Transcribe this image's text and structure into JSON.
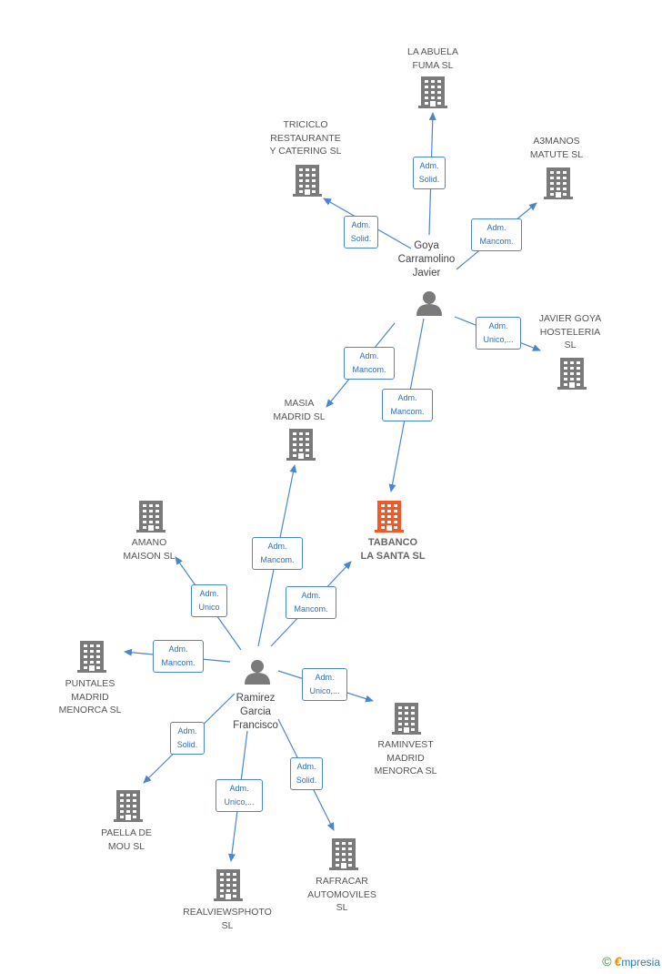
{
  "colors": {
    "edge": "#4a86cf",
    "company": "#7a7a7a",
    "focus_company": "#f05a28",
    "person": "#7a7a7a"
  },
  "nodes": [
    {
      "id": "goya",
      "kind": "person",
      "label": "Goya\nCarramolino\nJavier"
    },
    {
      "id": "ramirez",
      "kind": "person",
      "label": "Ramirez\nGarcia\nFrancisco"
    },
    {
      "id": "abuela",
      "kind": "company",
      "label": "LA ABUELA\nFUMA  SL"
    },
    {
      "id": "triciclo",
      "kind": "company",
      "label": "TRICICLO\nRESTAURANTE\nY CATERING SL"
    },
    {
      "id": "a3manos",
      "kind": "company",
      "label": "A3MANOS\nMATUTE  SL"
    },
    {
      "id": "javiergoya",
      "kind": "company",
      "label": "JAVIER GOYA\nHOSTELERIA\nSL"
    },
    {
      "id": "masia",
      "kind": "company",
      "label": "MASIA\nMADRID  SL"
    },
    {
      "id": "tabanco",
      "kind": "focus",
      "label": "TABANCO\nLA SANTA  SL"
    },
    {
      "id": "amano",
      "kind": "company",
      "label": "AMANO\nMAISON  SL"
    },
    {
      "id": "puntales",
      "kind": "company",
      "label": "PUNTALES\nMADRID\nMENORCA  SL"
    },
    {
      "id": "raminvest",
      "kind": "company",
      "label": "RAMINVEST\nMADRID\nMENORCA  SL"
    },
    {
      "id": "paella",
      "kind": "company",
      "label": "PAELLA DE\nMOU  SL"
    },
    {
      "id": "realviews",
      "kind": "company",
      "label": "REALVIEWSPHOTO\nSL"
    },
    {
      "id": "rafracar",
      "kind": "company",
      "label": "RAFRACAR\nAUTOMOVILES\nSL"
    }
  ],
  "edges": [
    {
      "from": "goya",
      "to": "abuela",
      "label": "Adm.\nSolid."
    },
    {
      "from": "goya",
      "to": "triciclo",
      "label": "Adm.\nSolid."
    },
    {
      "from": "goya",
      "to": "a3manos",
      "label": "Adm.\nMancom."
    },
    {
      "from": "goya",
      "to": "javiergoya",
      "label": "Adm.\nUnico,..."
    },
    {
      "from": "goya",
      "to": "masia",
      "label": "Adm.\nMancom."
    },
    {
      "from": "goya",
      "to": "tabanco",
      "label": "Adm.\nMancom."
    },
    {
      "from": "ramirez",
      "to": "masia",
      "label": "Adm.\nMancom."
    },
    {
      "from": "ramirez",
      "to": "tabanco",
      "label": "Adm.\nMancom."
    },
    {
      "from": "ramirez",
      "to": "amano",
      "label": "Adm.\nUnico"
    },
    {
      "from": "ramirez",
      "to": "puntales",
      "label": "Adm.\nMancom."
    },
    {
      "from": "ramirez",
      "to": "raminvest",
      "label": "Adm.\nUnico,..."
    },
    {
      "from": "ramirez",
      "to": "paella",
      "label": "Adm.\nSolid."
    },
    {
      "from": "ramirez",
      "to": "realviews",
      "label": "Adm.\nUnico,..."
    },
    {
      "from": "ramirez",
      "to": "rafracar",
      "label": "Adm.\nSolid."
    }
  ],
  "brand": {
    "copyright": "©",
    "e": "€",
    "name": "mpresia"
  }
}
